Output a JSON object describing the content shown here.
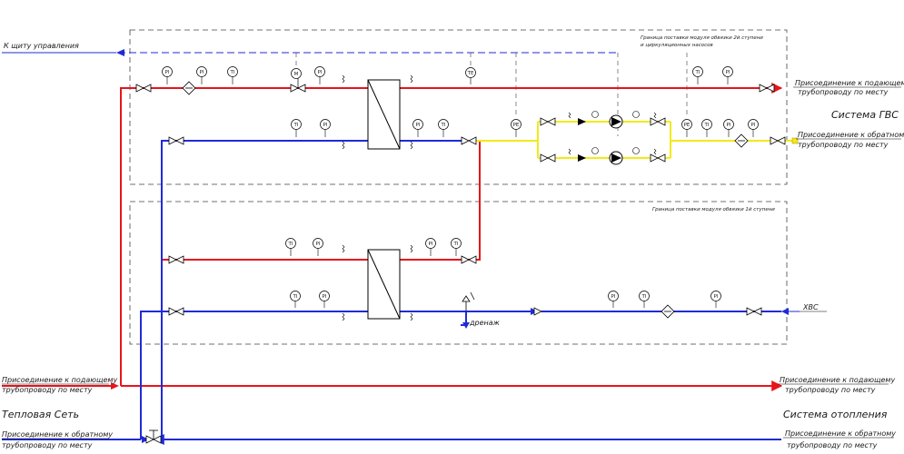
{
  "labels": {
    "control_panel": "К щиту управления",
    "boundary_stage2_line1": "Граница поставки модуля обвязки 2й ступени",
    "boundary_stage2_line2": "и циркуляционных насосов",
    "boundary_stage1": "Граница поставки модуля обвязки 1й ступени",
    "gvs_supply_line1": "Присоединение к подающему",
    "gvs_supply_line2": "трубопроводу по месту",
    "gvs_return_line1": "Присоединение к обратному",
    "gvs_return_line2": "трубопроводу по месту",
    "system_gvs": "Система ГВС",
    "hvs": "ХВС",
    "drain": "дренаж",
    "left_supply_line1": "Присоединение к подающему",
    "left_supply_line2": "трубопроводу по месту",
    "left_return_line1": "Присоединение к обратному",
    "left_return_line2": "трубопроводу по месту",
    "heat_network": "Тепловая Сеть",
    "right_supply_line1": "Присоединение к подающему",
    "right_supply_line2": "трубопроводу по месту",
    "right_return_line1": "Присоединение к обратному",
    "right_return_line2": "трубопроводу по месту",
    "heating_system": "Система отопления"
  },
  "instruments": {
    "pi": "PI",
    "ti": "TI",
    "te": "TE",
    "pe": "PE",
    "m": "M"
  },
  "colors": {
    "supply": "#e8141b",
    "return": "#1f2bd6",
    "cold": "#f2ea18",
    "control": "#1f2bd6",
    "outline": "#000000"
  }
}
